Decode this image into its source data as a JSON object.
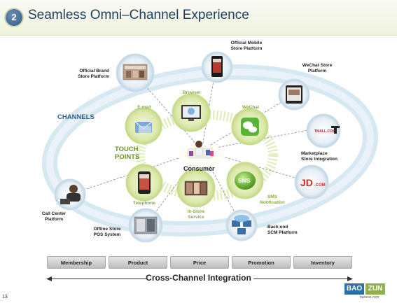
{
  "header": {
    "number": "2",
    "title": "Seamless Omni–Channel Experience"
  },
  "labels": {
    "channels": "CHANNELS",
    "touch_points_1": "TOUCH",
    "touch_points_2": "POINTS",
    "consumer": "Consumer"
  },
  "channels": {
    "official_brand_store": [
      "Official Brand",
      "Store Platform"
    ],
    "official_mobile_store": [
      "Official Mobile",
      "Store Platform"
    ],
    "wechat_store": [
      "WeChat Store",
      "Platform"
    ],
    "marketplace": [
      "Marketplace",
      "Store Integration"
    ],
    "backend_scm": [
      "Back-end",
      "SCM Platform"
    ],
    "offline_store": [
      "Offline Store",
      "POS System"
    ],
    "call_center": [
      "Call Center",
      "Platform"
    ]
  },
  "touch_points": {
    "browser": "Browser",
    "email": "E-mail",
    "wechat": "WeChat",
    "telephone": "Telephone",
    "in_store": [
      "In-Store",
      "Service"
    ],
    "sms": [
      "SMS",
      "Notification"
    ]
  },
  "icon_text": {
    "sms": "SMS",
    "jd_logo": "JD",
    "jd_com": ".COM",
    "tmall": "TMALL.COM"
  },
  "tabs": [
    "Membership",
    "Product",
    "Price",
    "Promotion",
    "Inventory"
  ],
  "footer": {
    "integration": "Cross-Channel Integration",
    "page_number": "13",
    "logo_left": "BAO",
    "logo_right": "ZUN",
    "logo_url": "baozun.com"
  },
  "colors": {
    "title": "#1f3e60",
    "channel_label": "#2f5f8e",
    "touch_label": "#8aaa3c",
    "ring": "#cfe3ef",
    "node_green": "#dbe8a8"
  }
}
